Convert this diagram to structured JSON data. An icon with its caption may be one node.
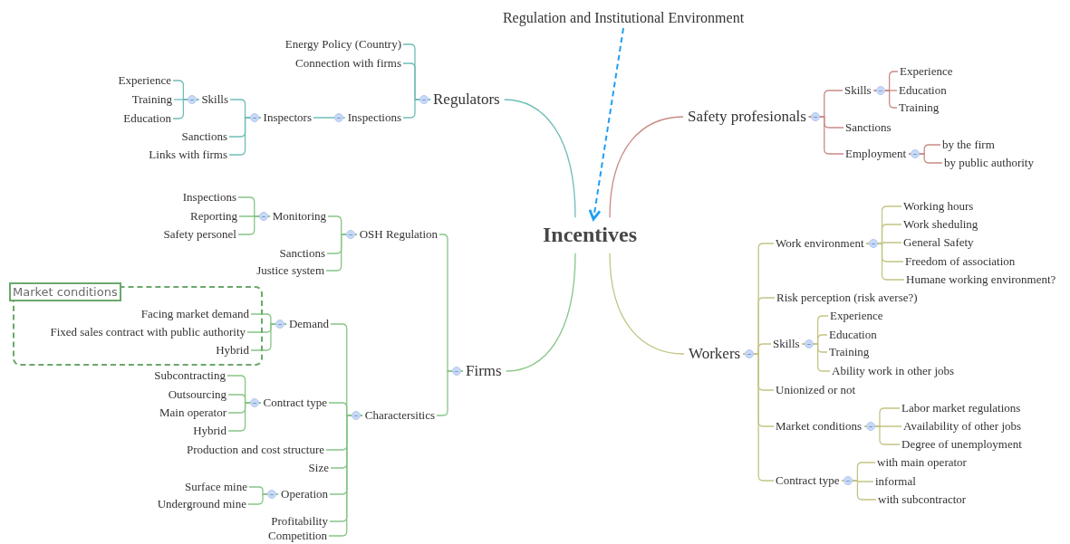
{
  "diagram": {
    "nodes": [
      {
        "text": [
          "Regulation and Institutional Environment"
        ]
      },
      {
        "text": [
          "Incentives"
        ]
      },
      {
        "text": [
          "Regulators"
        ]
      },
      {
        "text": [
          "Energy Policy (Country)"
        ]
      },
      {
        "text": [
          "Connection with firms"
        ]
      },
      {
        "text": [
          "Inspections"
        ]
      },
      {
        "text": [
          "Inspectors"
        ]
      },
      {
        "text": [
          "Skills"
        ]
      },
      {
        "text": [
          "Experience"
        ]
      },
      {
        "text": [
          "Training"
        ]
      },
      {
        "text": [
          "Education"
        ]
      },
      {
        "text": [
          "Sanctions"
        ]
      },
      {
        "text": [
          "Links with firms"
        ]
      },
      {
        "text": [
          "Safety profesionals"
        ]
      },
      {
        "text": [
          "Skills"
        ]
      },
      {
        "text": [
          "Experience"
        ]
      },
      {
        "text": [
          "Education"
        ]
      },
      {
        "text": [
          "Training"
        ]
      },
      {
        "text": [
          "Sanctions"
        ]
      },
      {
        "text": [
          "Employment"
        ]
      },
      {
        "text": [
          "by the firm"
        ]
      },
      {
        "text": [
          "by public authority"
        ]
      },
      {
        "text": [
          "Firms"
        ]
      },
      {
        "text": [
          "OSH Regulation"
        ]
      },
      {
        "text": [
          "Monitoring"
        ]
      },
      {
        "text": [
          "Inspections"
        ]
      },
      {
        "text": [
          "Reporting"
        ]
      },
      {
        "text": [
          "Safety personel"
        ]
      },
      {
        "text": [
          "Sanctions"
        ]
      },
      {
        "text": [
          "Justice system"
        ]
      },
      {
        "text": [
          "Charactersitics"
        ]
      },
      {
        "text": [
          "Demand"
        ]
      },
      {
        "text": [
          "Market conditions"
        ]
      },
      {
        "text": [
          "Facing market demand"
        ],
        "in": 32
      },
      {
        "text": [
          "Fixed sales contract with public authority"
        ],
        "in": 32
      },
      {
        "text": [
          "Hybrid"
        ],
        "in": 32
      },
      {
        "text": [
          "Contract type"
        ]
      },
      {
        "text": [
          "Subcontracting"
        ]
      },
      {
        "text": [
          "Outsourcing"
        ]
      },
      {
        "text": [
          "Main operator"
        ]
      },
      {
        "text": [
          "Hybrid"
        ]
      },
      {
        "text": [
          "Production and cost structure"
        ]
      },
      {
        "text": [
          "Size"
        ]
      },
      {
        "text": [
          "Operation"
        ]
      },
      {
        "text": [
          "Surface mine"
        ]
      },
      {
        "text": [
          "Underground mine"
        ]
      },
      {
        "text": [
          "Profitability"
        ]
      },
      {
        "text": [
          "Competition"
        ]
      },
      {
        "text": [
          "Workers"
        ]
      },
      {
        "text": [
          "Work environment"
        ]
      },
      {
        "text": [
          "Working hours"
        ]
      },
      {
        "text": [
          "Work sheduling"
        ]
      },
      {
        "text": [
          "General Safety"
        ]
      },
      {
        "text": [
          "Freedom of association"
        ]
      },
      {
        "text": [
          "Humane working environment?"
        ]
      },
      {
        "text": [
          "Risk perception (risk averse?)"
        ]
      },
      {
        "text": [
          "Skills"
        ]
      },
      {
        "text": [
          "Experience"
        ]
      },
      {
        "text": [
          "Education"
        ]
      },
      {
        "text": [
          "Training"
        ]
      },
      {
        "text": [
          "Ability work in other jobs"
        ]
      },
      {
        "text": [
          "Unionized or not"
        ]
      },
      {
        "text": [
          "Market conditions"
        ]
      },
      {
        "text": [
          "Labor market regulations"
        ]
      },
      {
        "text": [
          "Availability of other jobs"
        ]
      },
      {
        "text": [
          "Degree of unemployment"
        ]
      },
      {
        "text": [
          "Contract type"
        ]
      },
      {
        "text": [
          "with main operator"
        ]
      },
      {
        "text": [
          "informal"
        ]
      },
      {
        "text": [
          "with subcontractor"
        ]
      }
    ],
    "edges": [
      {
        "from": 0,
        "to": 1,
        "arrow": "to",
        "style": "dashed",
        "color": "#1e9ff2"
      },
      {
        "from": 1,
        "to": 2,
        "arrow": "none",
        "color": "#6fbdb6"
      },
      {
        "from": 1,
        "to": 13,
        "arrow": "none",
        "color": "#c98a86"
      },
      {
        "from": 1,
        "to": 22,
        "arrow": "none"
      },
      {
        "from": 1,
        "to": 48,
        "arrow": "none",
        "color": "#c4c485"
      },
      {
        "from": 2,
        "to": 3,
        "arrow": "none",
        "color": "#6fbdb6"
      },
      {
        "from": 2,
        "to": 4,
        "arrow": "none",
        "color": "#6fbdb6"
      },
      {
        "from": 2,
        "to": 5,
        "arrow": "none",
        "color": "#6fbdb6"
      },
      {
        "from": 5,
        "to": 6,
        "arrow": "none",
        "color": "#6fbdb6"
      },
      {
        "from": 6,
        "to": 7,
        "arrow": "none",
        "color": "#6fbdb6"
      },
      {
        "from": 6,
        "to": 11,
        "arrow": "none",
        "color": "#6fbdb6"
      },
      {
        "from": 6,
        "to": 12,
        "arrow": "none",
        "color": "#6fbdb6"
      },
      {
        "from": 7,
        "to": 8,
        "arrow": "none",
        "color": "#6fbdb6"
      },
      {
        "from": 7,
        "to": 9,
        "arrow": "none",
        "color": "#6fbdb6"
      },
      {
        "from": 7,
        "to": 10,
        "arrow": "none",
        "color": "#6fbdb6"
      },
      {
        "from": 13,
        "to": 14,
        "arrow": "none",
        "color": "#c98a86"
      },
      {
        "from": 13,
        "to": 18,
        "arrow": "none",
        "color": "#c98a86"
      },
      {
        "from": 13,
        "to": 19,
        "arrow": "none",
        "color": "#c98a86"
      },
      {
        "from": 14,
        "to": 15,
        "arrow": "none",
        "color": "#c98a86"
      },
      {
        "from": 14,
        "to": 16,
        "arrow": "none",
        "color": "#c98a86"
      },
      {
        "from": 14,
        "to": 17,
        "arrow": "none",
        "color": "#c98a86"
      },
      {
        "from": 19,
        "to": 20,
        "arrow": "none",
        "color": "#c98a86"
      },
      {
        "from": 19,
        "to": 21,
        "arrow": "none",
        "color": "#c98a86"
      },
      {
        "from": 22,
        "to": 23,
        "arrow": "none"
      },
      {
        "from": 22,
        "to": 30,
        "arrow": "none"
      },
      {
        "from": 23,
        "to": 24,
        "arrow": "none"
      },
      {
        "from": 23,
        "to": 28,
        "arrow": "none"
      },
      {
        "from": 23,
        "to": 29,
        "arrow": "none"
      },
      {
        "from": 24,
        "to": 25,
        "arrow": "none"
      },
      {
        "from": 24,
        "to": 26,
        "arrow": "none"
      },
      {
        "from": 24,
        "to": 27,
        "arrow": "none"
      },
      {
        "from": 30,
        "to": 31,
        "arrow": "none"
      },
      {
        "from": 30,
        "to": 36,
        "arrow": "none"
      },
      {
        "from": 30,
        "to": 41,
        "arrow": "none"
      },
      {
        "from": 30,
        "to": 42,
        "arrow": "none"
      },
      {
        "from": 30,
        "to": 43,
        "arrow": "none"
      },
      {
        "from": 30,
        "to": 46,
        "arrow": "none"
      },
      {
        "from": 30,
        "to": 47,
        "arrow": "none"
      },
      {
        "from": 31,
        "to": 33,
        "arrow": "none"
      },
      {
        "from": 31,
        "to": 34,
        "arrow": "none"
      },
      {
        "from": 31,
        "to": 35,
        "arrow": "none"
      },
      {
        "from": 36,
        "to": 37,
        "arrow": "none"
      },
      {
        "from": 36,
        "to": 38,
        "arrow": "none"
      },
      {
        "from": 36,
        "to": 39,
        "arrow": "none"
      },
      {
        "from": 36,
        "to": 40,
        "arrow": "none"
      },
      {
        "from": 43,
        "to": 44,
        "arrow": "none"
      },
      {
        "from": 43,
        "to": 45,
        "arrow": "none"
      },
      {
        "from": 48,
        "to": 49,
        "arrow": "none",
        "color": "#c4c485"
      },
      {
        "from": 48,
        "to": 55,
        "arrow": "none",
        "color": "#c4c485"
      },
      {
        "from": 48,
        "to": 56,
        "arrow": "none",
        "color": "#c4c485"
      },
      {
        "from": 48,
        "to": 61,
        "arrow": "none",
        "color": "#c4c485"
      },
      {
        "from": 48,
        "to": 62,
        "arrow": "none",
        "color": "#c4c485"
      },
      {
        "from": 48,
        "to": 66,
        "arrow": "none",
        "color": "#c4c485"
      },
      {
        "from": 49,
        "to": 50,
        "arrow": "none",
        "color": "#c4c485"
      },
      {
        "from": 49,
        "to": 51,
        "arrow": "none",
        "color": "#c4c485"
      },
      {
        "from": 49,
        "to": 52,
        "arrow": "none",
        "color": "#c4c485"
      },
      {
        "from": 49,
        "to": 53,
        "arrow": "none",
        "color": "#c4c485"
      },
      {
        "from": 49,
        "to": 54,
        "arrow": "none",
        "color": "#c4c485"
      },
      {
        "from": 56,
        "to": 57,
        "arrow": "none",
        "color": "#c4c485"
      },
      {
        "from": 56,
        "to": 58,
        "arrow": "none",
        "color": "#c4c485"
      },
      {
        "from": 56,
        "to": 59,
        "arrow": "none",
        "color": "#c4c485"
      },
      {
        "from": 56,
        "to": 60,
        "arrow": "none",
        "color": "#c4c485"
      },
      {
        "from": 62,
        "to": 63,
        "arrow": "none",
        "color": "#c4c485"
      },
      {
        "from": 62,
        "to": 64,
        "arrow": "none",
        "color": "#c4c485"
      },
      {
        "from": 62,
        "to": 65,
        "arrow": "none",
        "color": "#c4c485"
      },
      {
        "from": 66,
        "to": 67,
        "arrow": "none",
        "color": "#c4c485"
      },
      {
        "from": 66,
        "to": 68,
        "arrow": "none",
        "color": "#c4c485"
      },
      {
        "from": 66,
        "to": 69,
        "arrow": "none",
        "color": "#c4c485"
      }
    ]
  }
}
